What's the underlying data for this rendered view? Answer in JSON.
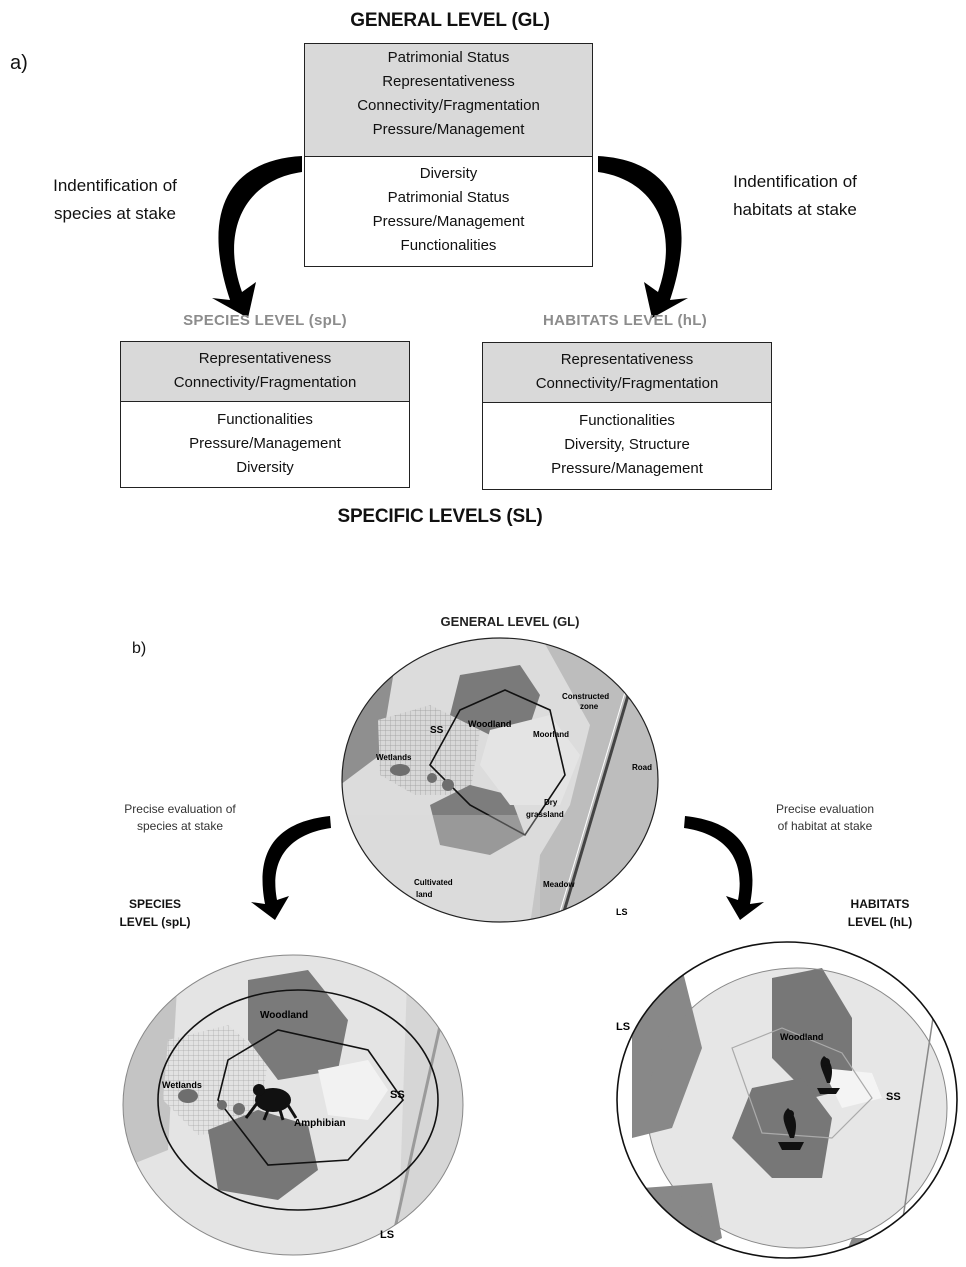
{
  "panel_a": {
    "label": "a)",
    "general_title": "GENERAL LEVEL (GL)",
    "general_top": [
      "Patrimonial Status",
      "Representativeness",
      "Connectivity/Fragmentation",
      "Pressure/Management"
    ],
    "general_bottom": [
      "Diversity",
      "Patrimonial Status",
      "Pressure/Management",
      "Functionalities"
    ],
    "left_arrow_label": [
      "Indentification of",
      "species at stake"
    ],
    "right_arrow_label": [
      "Indentification of",
      "habitats at stake"
    ],
    "species_title": "SPECIES LEVEL (spL)",
    "species_top": [
      "Representativeness",
      "Connectivity/Fragmentation"
    ],
    "species_bottom": [
      "Functionalities",
      "Pressure/Management",
      "Diversity"
    ],
    "habitats_title": "HABITATS LEVEL (hL)",
    "habitats_top": [
      "Representativeness",
      "Connectivity/Fragmentation"
    ],
    "habitats_bottom": [
      "Functionalities",
      "Diversity, Structure",
      "Pressure/Management"
    ],
    "specific_title": "SPECIFIC LEVELS (SL)"
  },
  "panel_b": {
    "label": "b)",
    "general_title": "GENERAL LEVEL (GL)",
    "left_caption": [
      "Precise evaluation of",
      "species at stake"
    ],
    "right_caption": [
      "Precise evaluation",
      "of habitat at stake"
    ],
    "species_level": [
      "SPECIES",
      "LEVEL (spL)"
    ],
    "habitats_level": [
      "HABITATS",
      "LEVEL (hL)"
    ],
    "main_map": {
      "woodland": "Woodland",
      "constructed": [
        "Constructed",
        "zone"
      ],
      "moorland": "Moorland",
      "ss": "SS",
      "wetlands": "Wetlands",
      "road": "Road",
      "dry": [
        "Dry",
        "grassland"
      ],
      "cultivated": [
        "Cultivated",
        "land"
      ],
      "meadow": "Meadow",
      "ls": "LS"
    },
    "species_map": {
      "woodland": "Woodland",
      "wetlands": "Wetlands",
      "amphibian": "Amphibian",
      "ss": "SS",
      "ls": "LS"
    },
    "habitats_map": {
      "woodland": "Woodland",
      "ss": "SS",
      "ls": "LS"
    }
  }
}
